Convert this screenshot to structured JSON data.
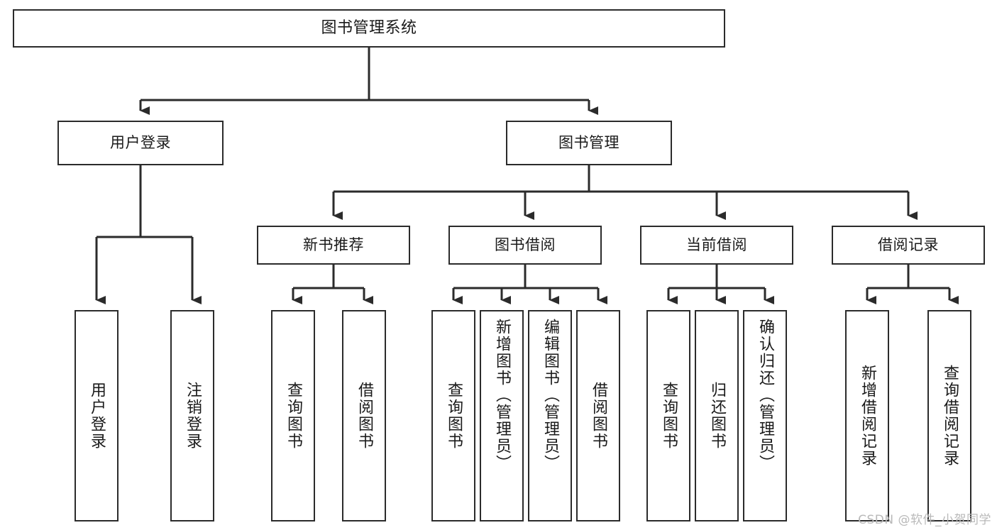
{
  "diagram": {
    "type": "tree",
    "title": "图书管理系统",
    "orientation": "top-down",
    "colors": {
      "box_stroke": "#2b2b2b",
      "box_fill": "#ffffff",
      "connector": "#2b2b2b",
      "text": "#1a1a1a",
      "background": "#ffffff",
      "watermark": "#b9b9b9"
    }
  },
  "nodes": {
    "root": {
      "label": "图书管理系统"
    },
    "level2": [
      {
        "label": "用户登录"
      },
      {
        "label": "图书管理"
      }
    ],
    "level3": [
      {
        "label": "新书推荐"
      },
      {
        "label": "图书借阅"
      },
      {
        "label": "当前借阅"
      },
      {
        "label": "借阅记录"
      }
    ],
    "leaves_user_login": [
      {
        "label": "用户登录"
      },
      {
        "label": "注销登录"
      }
    ],
    "leaves_new_book": [
      {
        "label": "查询图书"
      },
      {
        "label": "借阅图书"
      }
    ],
    "leaves_borrow": [
      {
        "label": "查询图书"
      },
      {
        "label": "新增图书（管理员）"
      },
      {
        "label": "编辑图书（管理员）"
      },
      {
        "label": "借阅图书"
      }
    ],
    "leaves_current": [
      {
        "label": "查询图书"
      },
      {
        "label": "归还图书"
      },
      {
        "label": "确认归还（管理员）"
      }
    ],
    "leaves_record": [
      {
        "label": "新增借阅记录"
      },
      {
        "label": "查询借阅记录"
      }
    ]
  },
  "watermark": {
    "text": "CSDN @软件_小贺同学"
  }
}
